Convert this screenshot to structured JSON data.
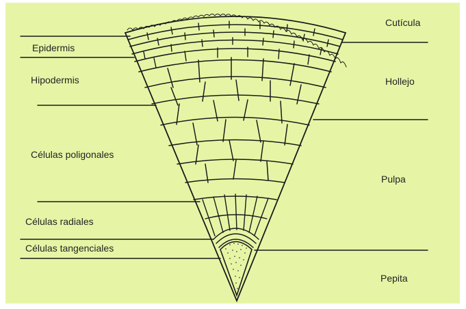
{
  "figure": {
    "background": "#e6f5a5",
    "ink": "#1a1a1a",
    "left_labels": {
      "epidermis": "Epidermis",
      "hipodermis": "Hipodermis",
      "celulas_poligonales": "Células poligonales",
      "celulas_radiales": "Células radiales",
      "celulas_tangenciales": "Células tangenciales"
    },
    "right_labels": {
      "cuticula": "Cutícula",
      "hollejo": "Hollejo",
      "pulpa": "Pulpa",
      "pepita": "Pepita"
    }
  }
}
